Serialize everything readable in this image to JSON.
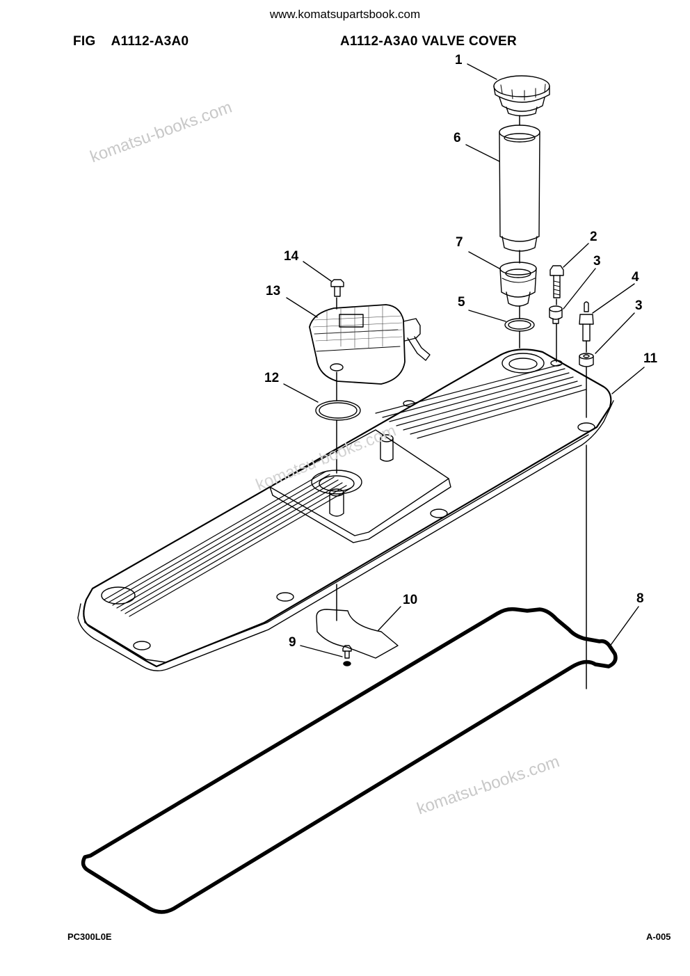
{
  "header": {
    "website": "www.komatsupartsbook.com",
    "fig_label": "FIG",
    "fig_code": "A1112-A3A0",
    "title": "A1112-A3A0 VALVE COVER"
  },
  "footer": {
    "model": "PC300L0E",
    "page": "A-005"
  },
  "watermarks": [
    "komatsu-books.com",
    "komatsu-books.com",
    "komatsu-books.com"
  ],
  "callouts": [
    "1",
    "6",
    "7",
    "2",
    "3",
    "4",
    "3",
    "5",
    "14",
    "13",
    "11",
    "12",
    "10",
    "9",
    "8"
  ],
  "colors": {
    "ink": "#000000",
    "watermark": "#c8c8c8",
    "background": "#ffffff"
  }
}
